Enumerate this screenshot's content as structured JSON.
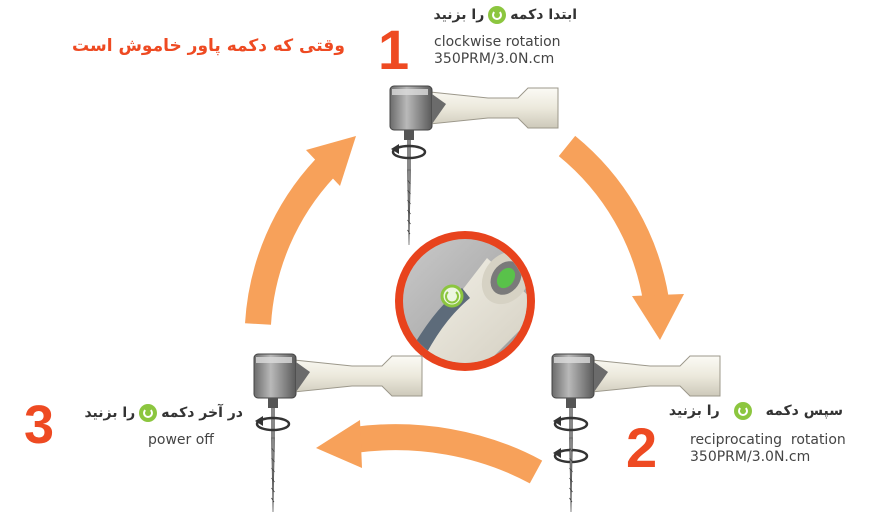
{
  "title": "وقتی که دکمه پاور خاموش است",
  "steps": [
    {
      "number": "1",
      "instruction_before": "ابتدا دکمه",
      "instruction_after": "را بزنید",
      "mode": "clockwise rotation",
      "spec": "350PRM/3.0N.cm",
      "button_icon": "power-button-icon"
    },
    {
      "number": "2",
      "instruction_before": "سپس دکمه",
      "instruction_after": "را بزنید",
      "mode": "reciprocating  rotation",
      "spec": "350PRM/3.0N.cm",
      "button_icon": "power-button-icon"
    },
    {
      "number": "3",
      "instruction_before": "در آخر دکمه",
      "instruction_after": "را بزنید",
      "mode": "power off",
      "button_icon": "power-button-icon"
    }
  ],
  "colors": {
    "accent": "#ee4a22",
    "arrow": "#f7a15a",
    "button": "#8cc63f",
    "handpiece": "#ece9dc"
  }
}
